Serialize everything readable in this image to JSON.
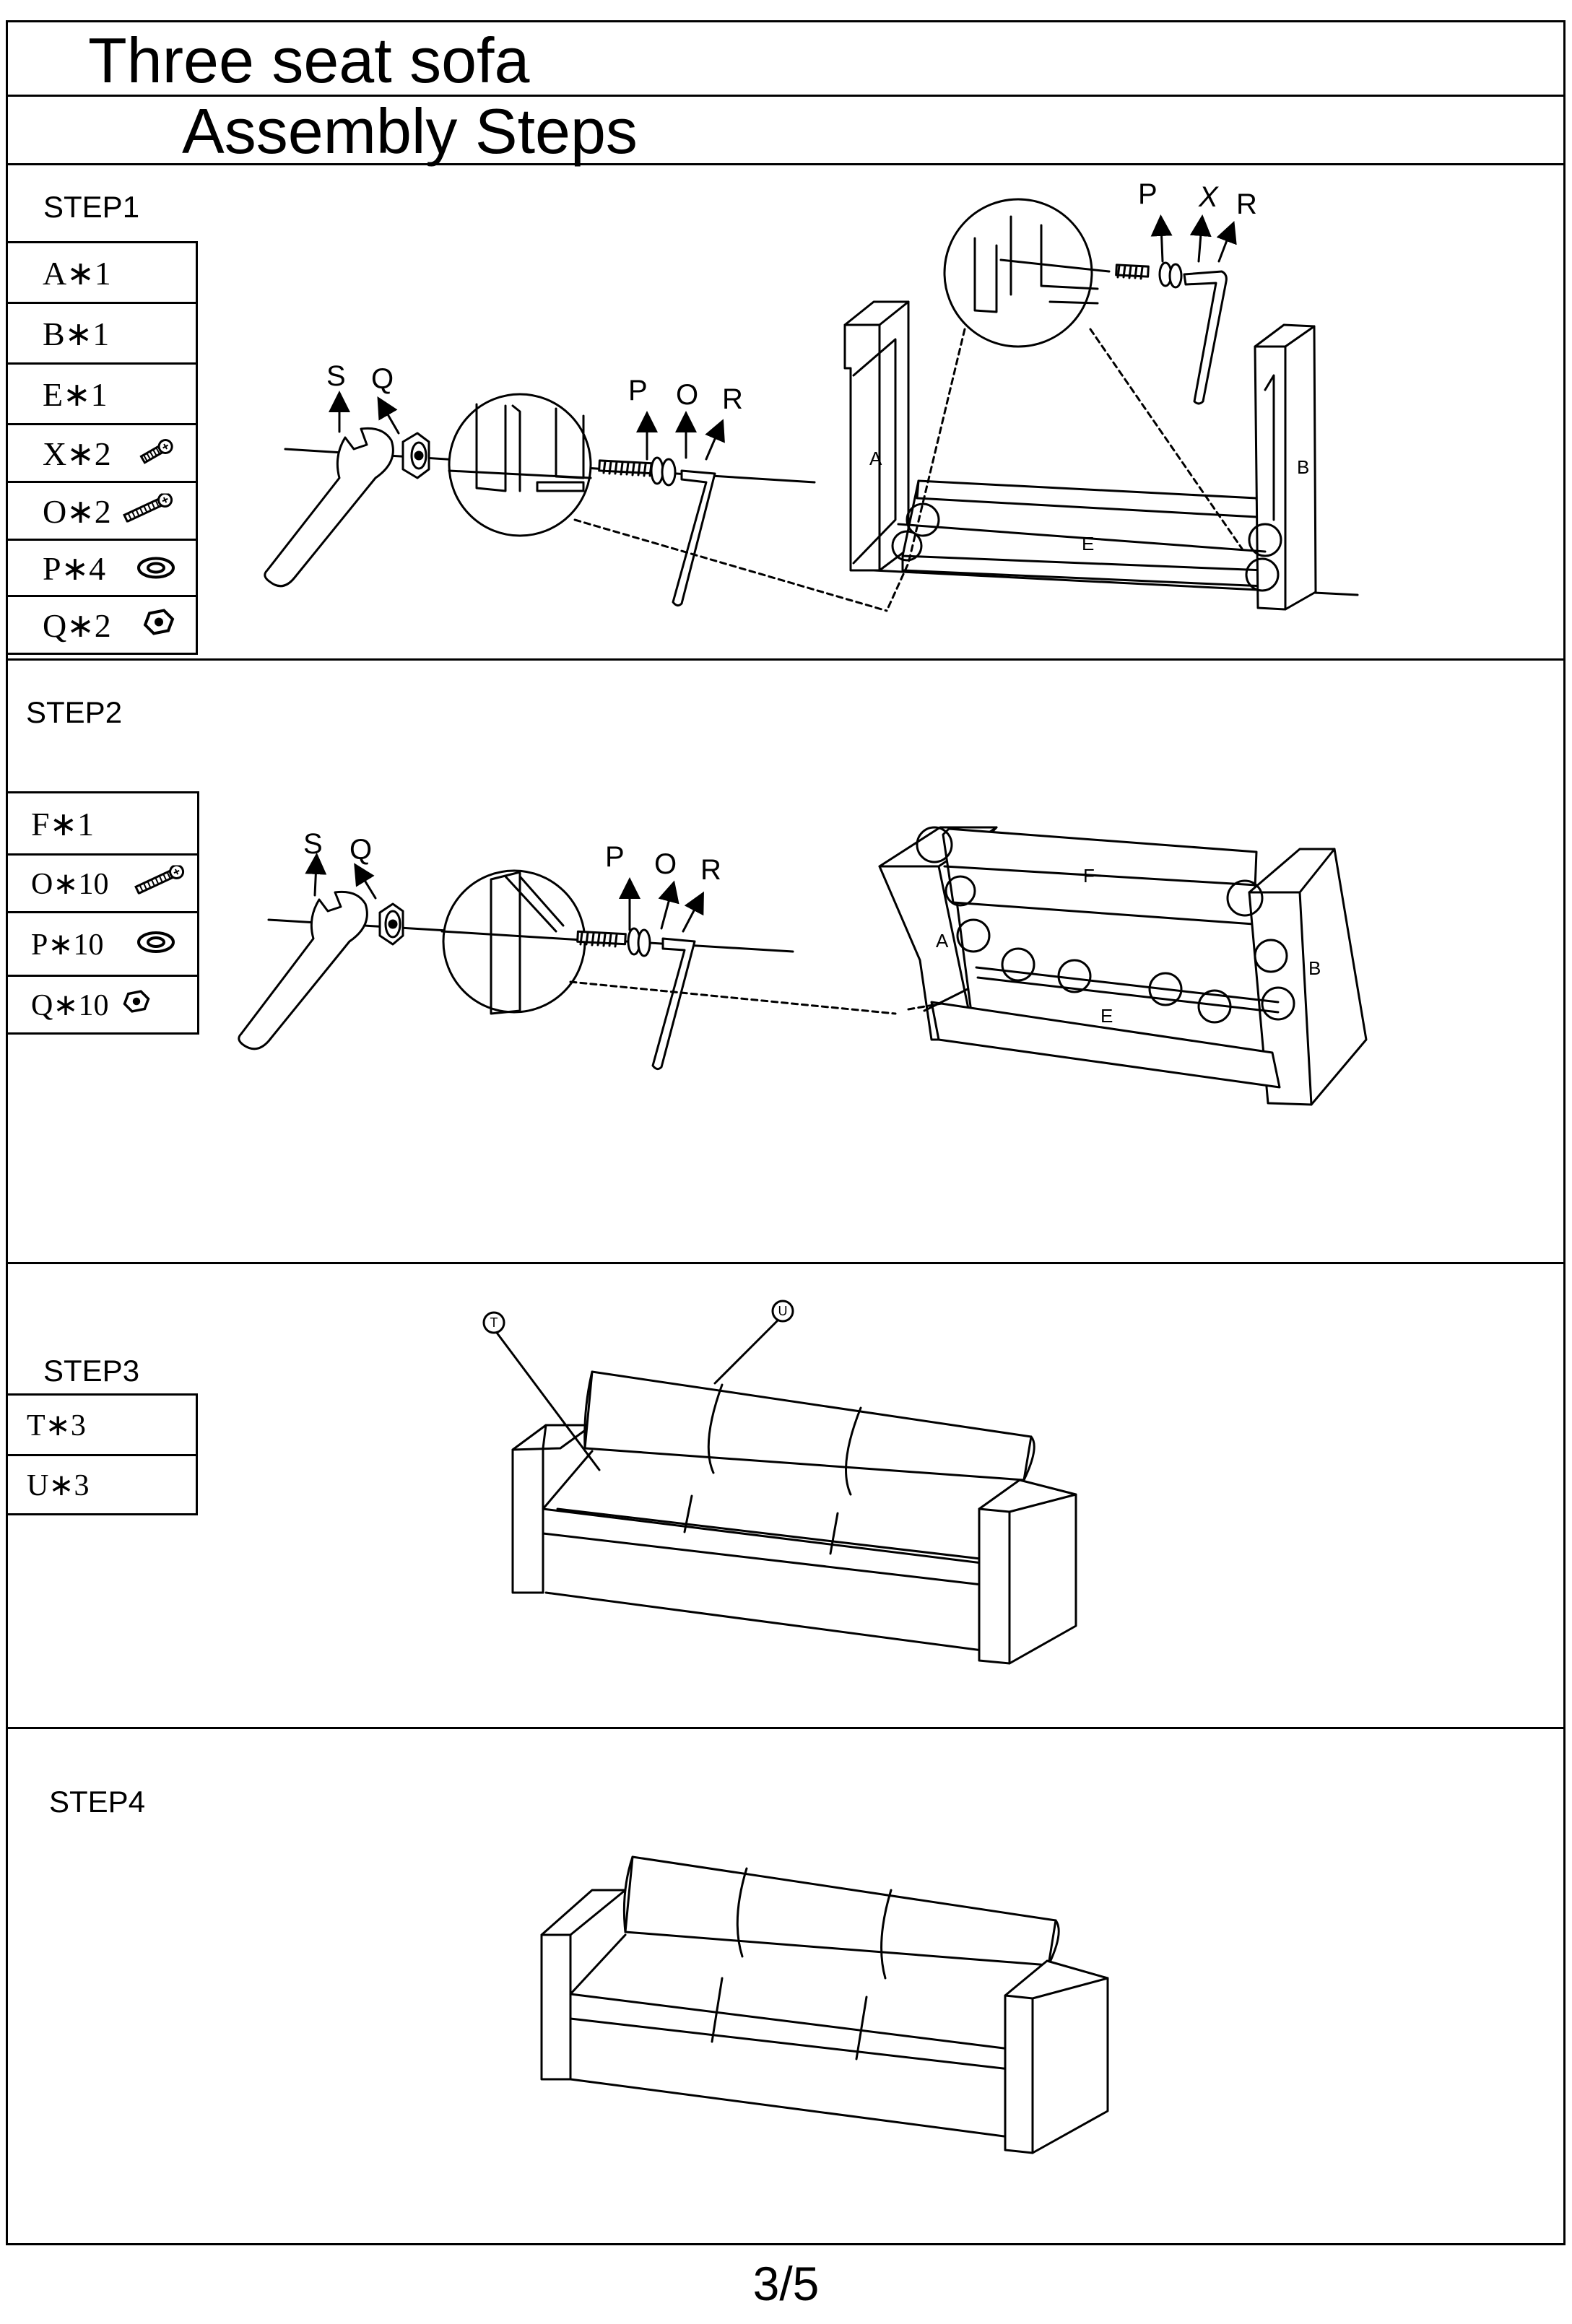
{
  "header": {
    "title": "Three seat sofa",
    "subtitle": "Assembly  Steps"
  },
  "steps": [
    {
      "label": "STEP1",
      "parts": [
        {
          "text": "A∗1",
          "icon": ""
        },
        {
          "text": "B∗1",
          "icon": ""
        },
        {
          "text": "E∗1",
          "icon": ""
        },
        {
          "text": "X∗2",
          "icon": "short-bolt-icon"
        },
        {
          "text": "O∗2",
          "icon": "long-bolt-icon"
        },
        {
          "text": "P∗4",
          "icon": "washer-icon"
        },
        {
          "text": "Q∗2",
          "icon": "nut-icon"
        }
      ],
      "callouts": {
        "s": "S",
        "q": "Q",
        "p": "P",
        "o": "O",
        "r": "R",
        "p2": "P",
        "x": "X",
        "r2": "R",
        "a": "A",
        "b": "B",
        "e": "E"
      }
    },
    {
      "label": "STEP2",
      "parts": [
        {
          "text": "F∗1",
          "icon": ""
        },
        {
          "text": "O∗10",
          "icon": "long-bolt-icon"
        },
        {
          "text": "P∗10",
          "icon": "washer-icon"
        },
        {
          "text": "Q∗10",
          "icon": "nut-icon"
        }
      ],
      "callouts": {
        "s": "S",
        "q": "Q",
        "p": "P",
        "o": "O",
        "r": "R",
        "a": "A",
        "b": "B",
        "e": "E",
        "f": "F"
      }
    },
    {
      "label": "STEP3",
      "parts": [
        {
          "text": "T∗3",
          "icon": ""
        },
        {
          "text": "U∗3",
          "icon": ""
        }
      ],
      "callouts": {
        "t": "T",
        "u": "U"
      }
    },
    {
      "label": "STEP4",
      "parts": []
    }
  ],
  "footer": {
    "page": "3/5"
  }
}
